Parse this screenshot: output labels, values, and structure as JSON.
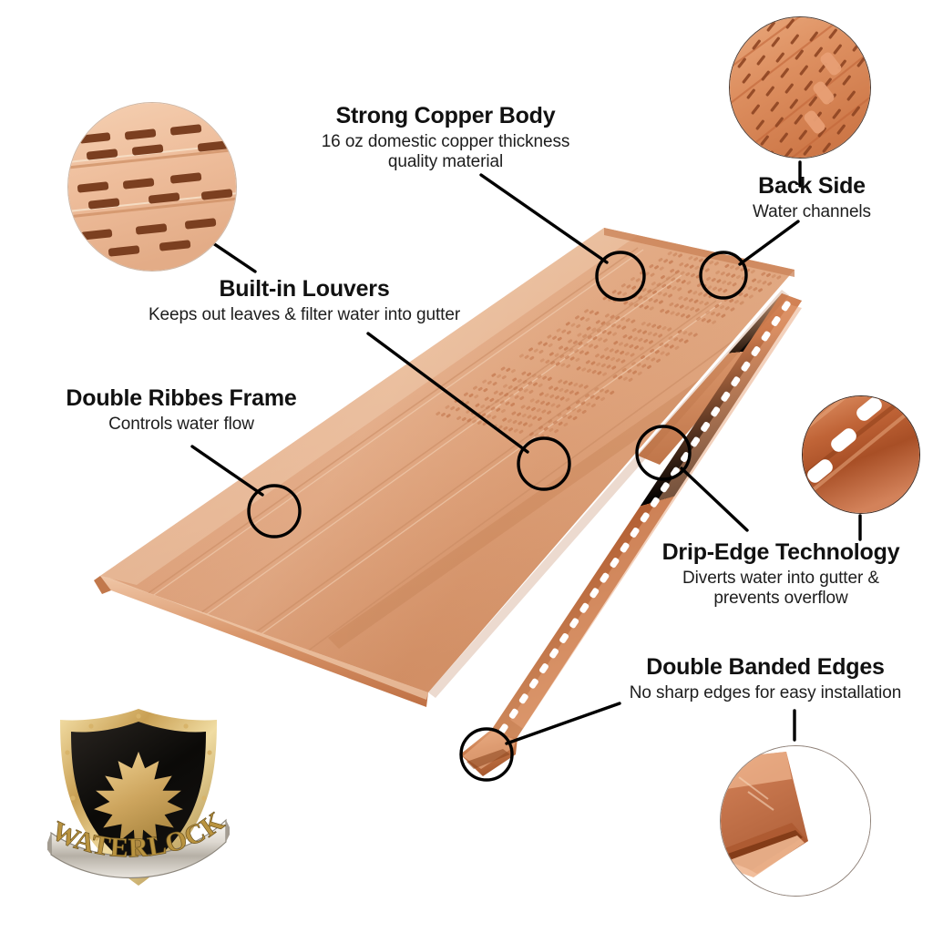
{
  "page": {
    "background_color": "#ffffff",
    "product": "Copper gutter guard panel infographic"
  },
  "colors": {
    "text": "#111111",
    "leader_line": "#000000",
    "panel_copper_light": "#e0a883",
    "panel_copper_mid": "#d99a72",
    "panel_copper_shadow": "#c5835c",
    "drip_edge_copper": "#c06a3e",
    "drip_edge_dark": "#a4522c",
    "badge_black": "#0d0b09",
    "badge_gold": "#d9ab5e",
    "badge_silver": "#d8d4cd"
  },
  "callouts": [
    {
      "id": "strong-copper-body",
      "title": "Strong Copper Body",
      "subtitle": "16 oz domestic copper thickness quality material",
      "subtitle_line1": "16 oz domestic copper thickness",
      "subtitle_line2": "quality material"
    },
    {
      "id": "back-side",
      "title": "Back Side",
      "subtitle": "Water channels"
    },
    {
      "id": "built-in-louvers",
      "title": "Built-in Louvers",
      "subtitle": "Keeps out leaves & filter water into gutter"
    },
    {
      "id": "double-ribbes-frame",
      "title": "Double Ribbes Frame",
      "subtitle": "Controls water flow"
    },
    {
      "id": "drip-edge-technology",
      "title": "Drip-Edge Technology",
      "subtitle": "Diverts water into gutter & prevents overflow",
      "subtitle_line1": "Diverts water into gutter &",
      "subtitle_line2": "prevents overflow"
    },
    {
      "id": "double-banded-edges",
      "title": "Double Banded Edges",
      "subtitle": "No sharp edges for easy installation"
    }
  ],
  "insets": [
    {
      "id": "inset-louvers",
      "depicts": "close-up of stamped louver slots in rows on copper"
    },
    {
      "id": "inset-backside",
      "depicts": "close-up of back side water channels"
    },
    {
      "id": "inset-drip",
      "depicts": "close-up of drip-edge slots on dark copper"
    },
    {
      "id": "inset-banded",
      "depicts": "close-up of folded double banded copper edge"
    }
  ],
  "badge": {
    "brand": "WATERLOCK",
    "emblem": "maple-leaf"
  }
}
